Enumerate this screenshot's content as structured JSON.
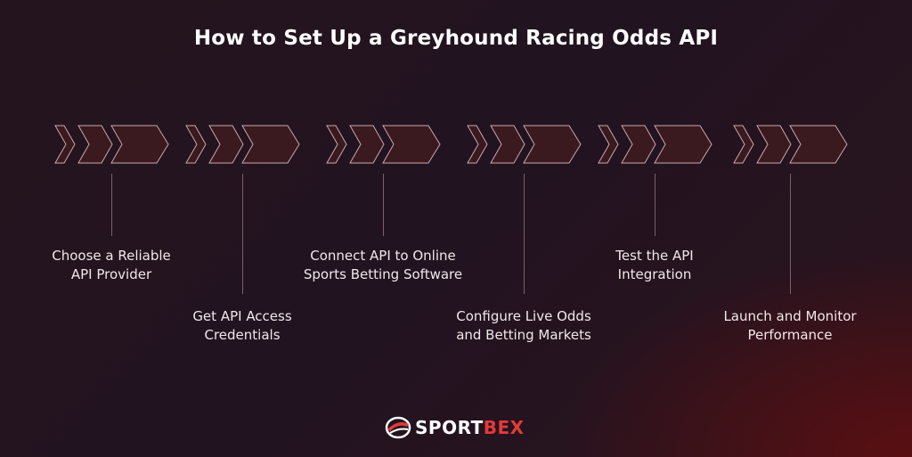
{
  "title": "How to Set Up a Greyhound Racing Odds API",
  "steps": [
    {
      "line1": "Choose a Reliable",
      "line2": "API Provider"
    },
    {
      "line1": "Get API Access",
      "line2": "Credentials"
    },
    {
      "line1": "Connect API to Online",
      "line2": "Sports Betting Software"
    },
    {
      "line1": "Configure Live Odds",
      "line2": "and Betting Markets"
    },
    {
      "line1": "Test the API",
      "line2": "Integration"
    },
    {
      "line1": "Launch and Monitor",
      "line2": "Performance"
    }
  ],
  "brand": {
    "part1": "SPORT",
    "part2": "BEX",
    "icon": "sportbex-logo-icon"
  },
  "colors": {
    "accent": "#e23a3a",
    "chevron_fill": "#3a1a1f",
    "chevron_stroke": "#c9a9ad"
  }
}
